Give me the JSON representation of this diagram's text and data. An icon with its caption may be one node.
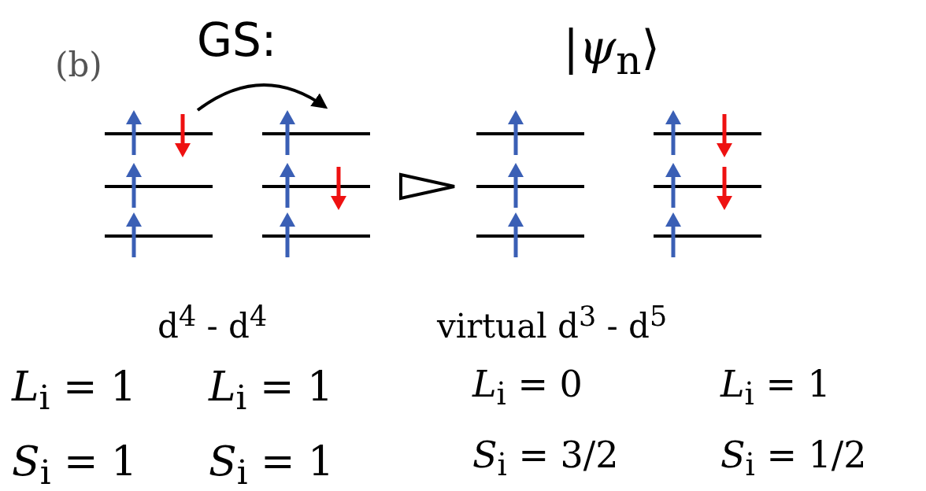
{
  "diagram": {
    "nodes": [
      {
        "text": [],
        "shape": "picture"
      },
      {
        "text": [],
        "shape": "picture"
      },
      {
        "text": [],
        "shape": "picture"
      },
      {
        "text": [],
        "shape": "picture"
      }
    ],
    "edges": [
      {
        "from": 0,
        "to": 1,
        "arrow": "to"
      },
      {
        "from": 1,
        "to": 2,
        "arrow": "to"
      }
    ],
    "labels": [
      "(b)",
      "GS:",
      "|*ψ*$_{n}$⟩",
      "d$^{4}$ - d$^{4}$",
      "virtual d$^{3}$ - d$^{5}$",
      "*L*$_{i}$ = 1",
      "*L*$_{i}$ = 1",
      "*L*$_{i}$ = 0",
      "*L*$_{i}$ = 1",
      "*S*$_{i}$ = 1",
      "*S*$_{i}$ = 1",
      "*S*$_{i}$ = 3/2",
      "*S*$_{i}$ = 1/2"
    ]
  }
}
